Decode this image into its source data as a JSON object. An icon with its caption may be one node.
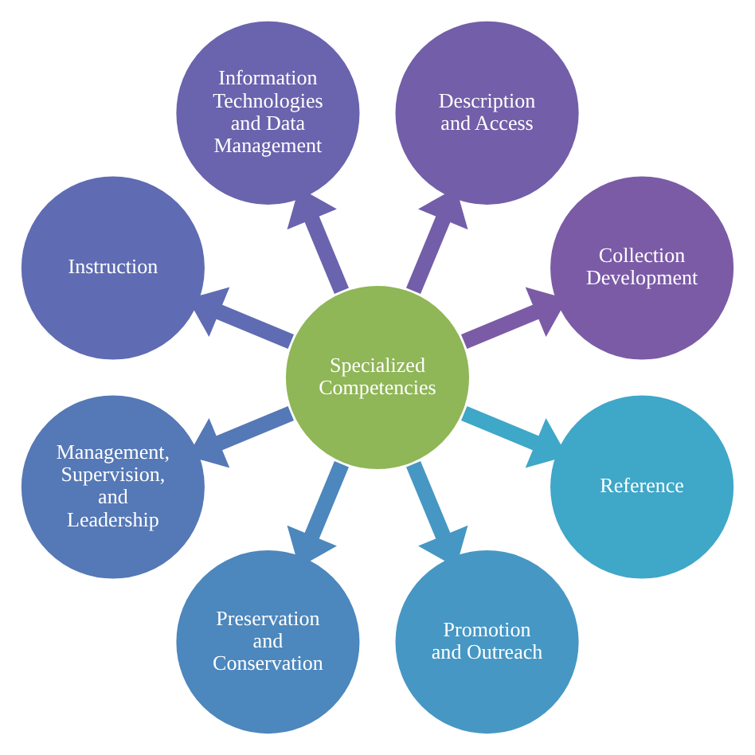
{
  "diagram": {
    "nodes": [
      {
        "text": [
          "Specialized Competencies"
        ]
      },
      {
        "text": [
          "Collection Development"
        ]
      },
      {
        "text": [
          "Description and Access"
        ]
      },
      {
        "text": [
          "Information Technologies and Data Management"
        ]
      },
      {
        "text": [
          "Instruction"
        ]
      },
      {
        "text": [
          "Management, Supervision, and Leadership"
        ]
      },
      {
        "text": [
          "Preservation and Conservation"
        ]
      },
      {
        "text": [
          "Promotion and Outreach"
        ]
      },
      {
        "text": [
          "Reference"
        ]
      }
    ],
    "edges": [
      {
        "from": 0,
        "to": 1,
        "arrow": "to",
        "color": "#7b5ba6"
      },
      {
        "from": 0,
        "to": 2,
        "arrow": "to",
        "color": "#735ea9"
      },
      {
        "from": 0,
        "to": 3,
        "arrow": "to",
        "color": "#6a63ae"
      },
      {
        "from": 0,
        "to": 4,
        "arrow": "to",
        "color": "#5f6cb3"
      },
      {
        "from": 0,
        "to": 5,
        "arrow": "to",
        "color": "#5578b6"
      },
      {
        "from": 0,
        "to": 6,
        "arrow": "to",
        "color": "#4c87bd"
      },
      {
        "from": 0,
        "to": 7,
        "arrow": "to",
        "color": "#4697c4"
      },
      {
        "from": 0,
        "to": 8,
        "arrow": "to",
        "color": "#3fa7c8"
      }
    ]
  }
}
